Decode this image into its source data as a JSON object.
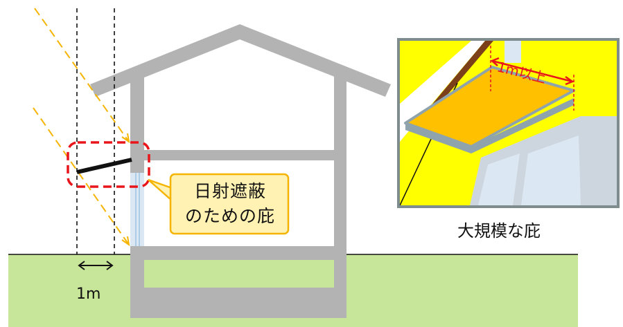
{
  "callout": {
    "line1": "日射遮蔽",
    "line2": "のための庇"
  },
  "inset": {
    "dimension_label": "1m以上",
    "caption": "大規模な庇"
  },
  "dimension": {
    "label": "1m"
  },
  "colors": {
    "ground": "#c8e69a",
    "house": "#b3b3b3",
    "sun_ray": "#f5b400",
    "highlight": "#e8151b",
    "callout_bg": "#fff2b3",
    "callout_border": "#f5b400",
    "inset_wall": "#ffff00",
    "inset_eave": "#ffc000",
    "inset_frame": "#7f8c8d",
    "window": "#dbe8f4"
  }
}
